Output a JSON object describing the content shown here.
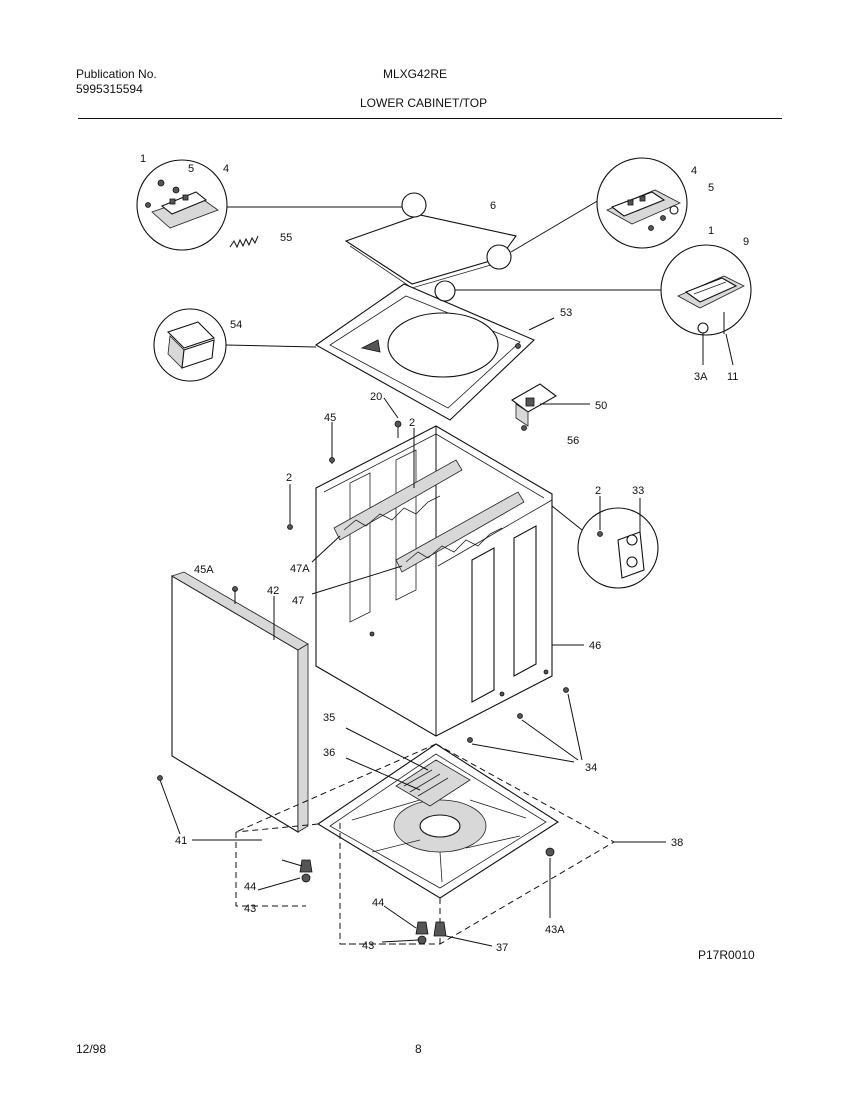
{
  "header": {
    "publication_label": "Publication No.",
    "publication_number": "5995315594",
    "model": "MLXG42RE",
    "section_title": "LOWER CABINET/TOP"
  },
  "diagram": {
    "figure_id": "P17R0010",
    "callouts": {
      "c1a": "1",
      "c5a": "5",
      "c4a": "4",
      "c55": "55",
      "c6": "6",
      "c4b": "4",
      "c5b": "5",
      "c1b": "1",
      "c9": "9",
      "c3a": "3A",
      "c11": "11",
      "c54": "54",
      "c53": "53",
      "c20": "20",
      "c50": "50",
      "c56": "56",
      "c45": "45",
      "c2a": "2",
      "c2b": "2",
      "c2c": "2",
      "c33": "33",
      "c47a": "47A",
      "c47": "47",
      "c45a": "45A",
      "c42": "42",
      "c46": "46",
      "c35": "35",
      "c36": "36",
      "c34": "34",
      "c41": "41",
      "c38": "38",
      "c44a": "44",
      "c43a": "43",
      "c44b": "44",
      "c43b": "43",
      "c37": "37",
      "c43aa": "43A"
    }
  },
  "footer": {
    "date": "12/98",
    "page": "8"
  }
}
